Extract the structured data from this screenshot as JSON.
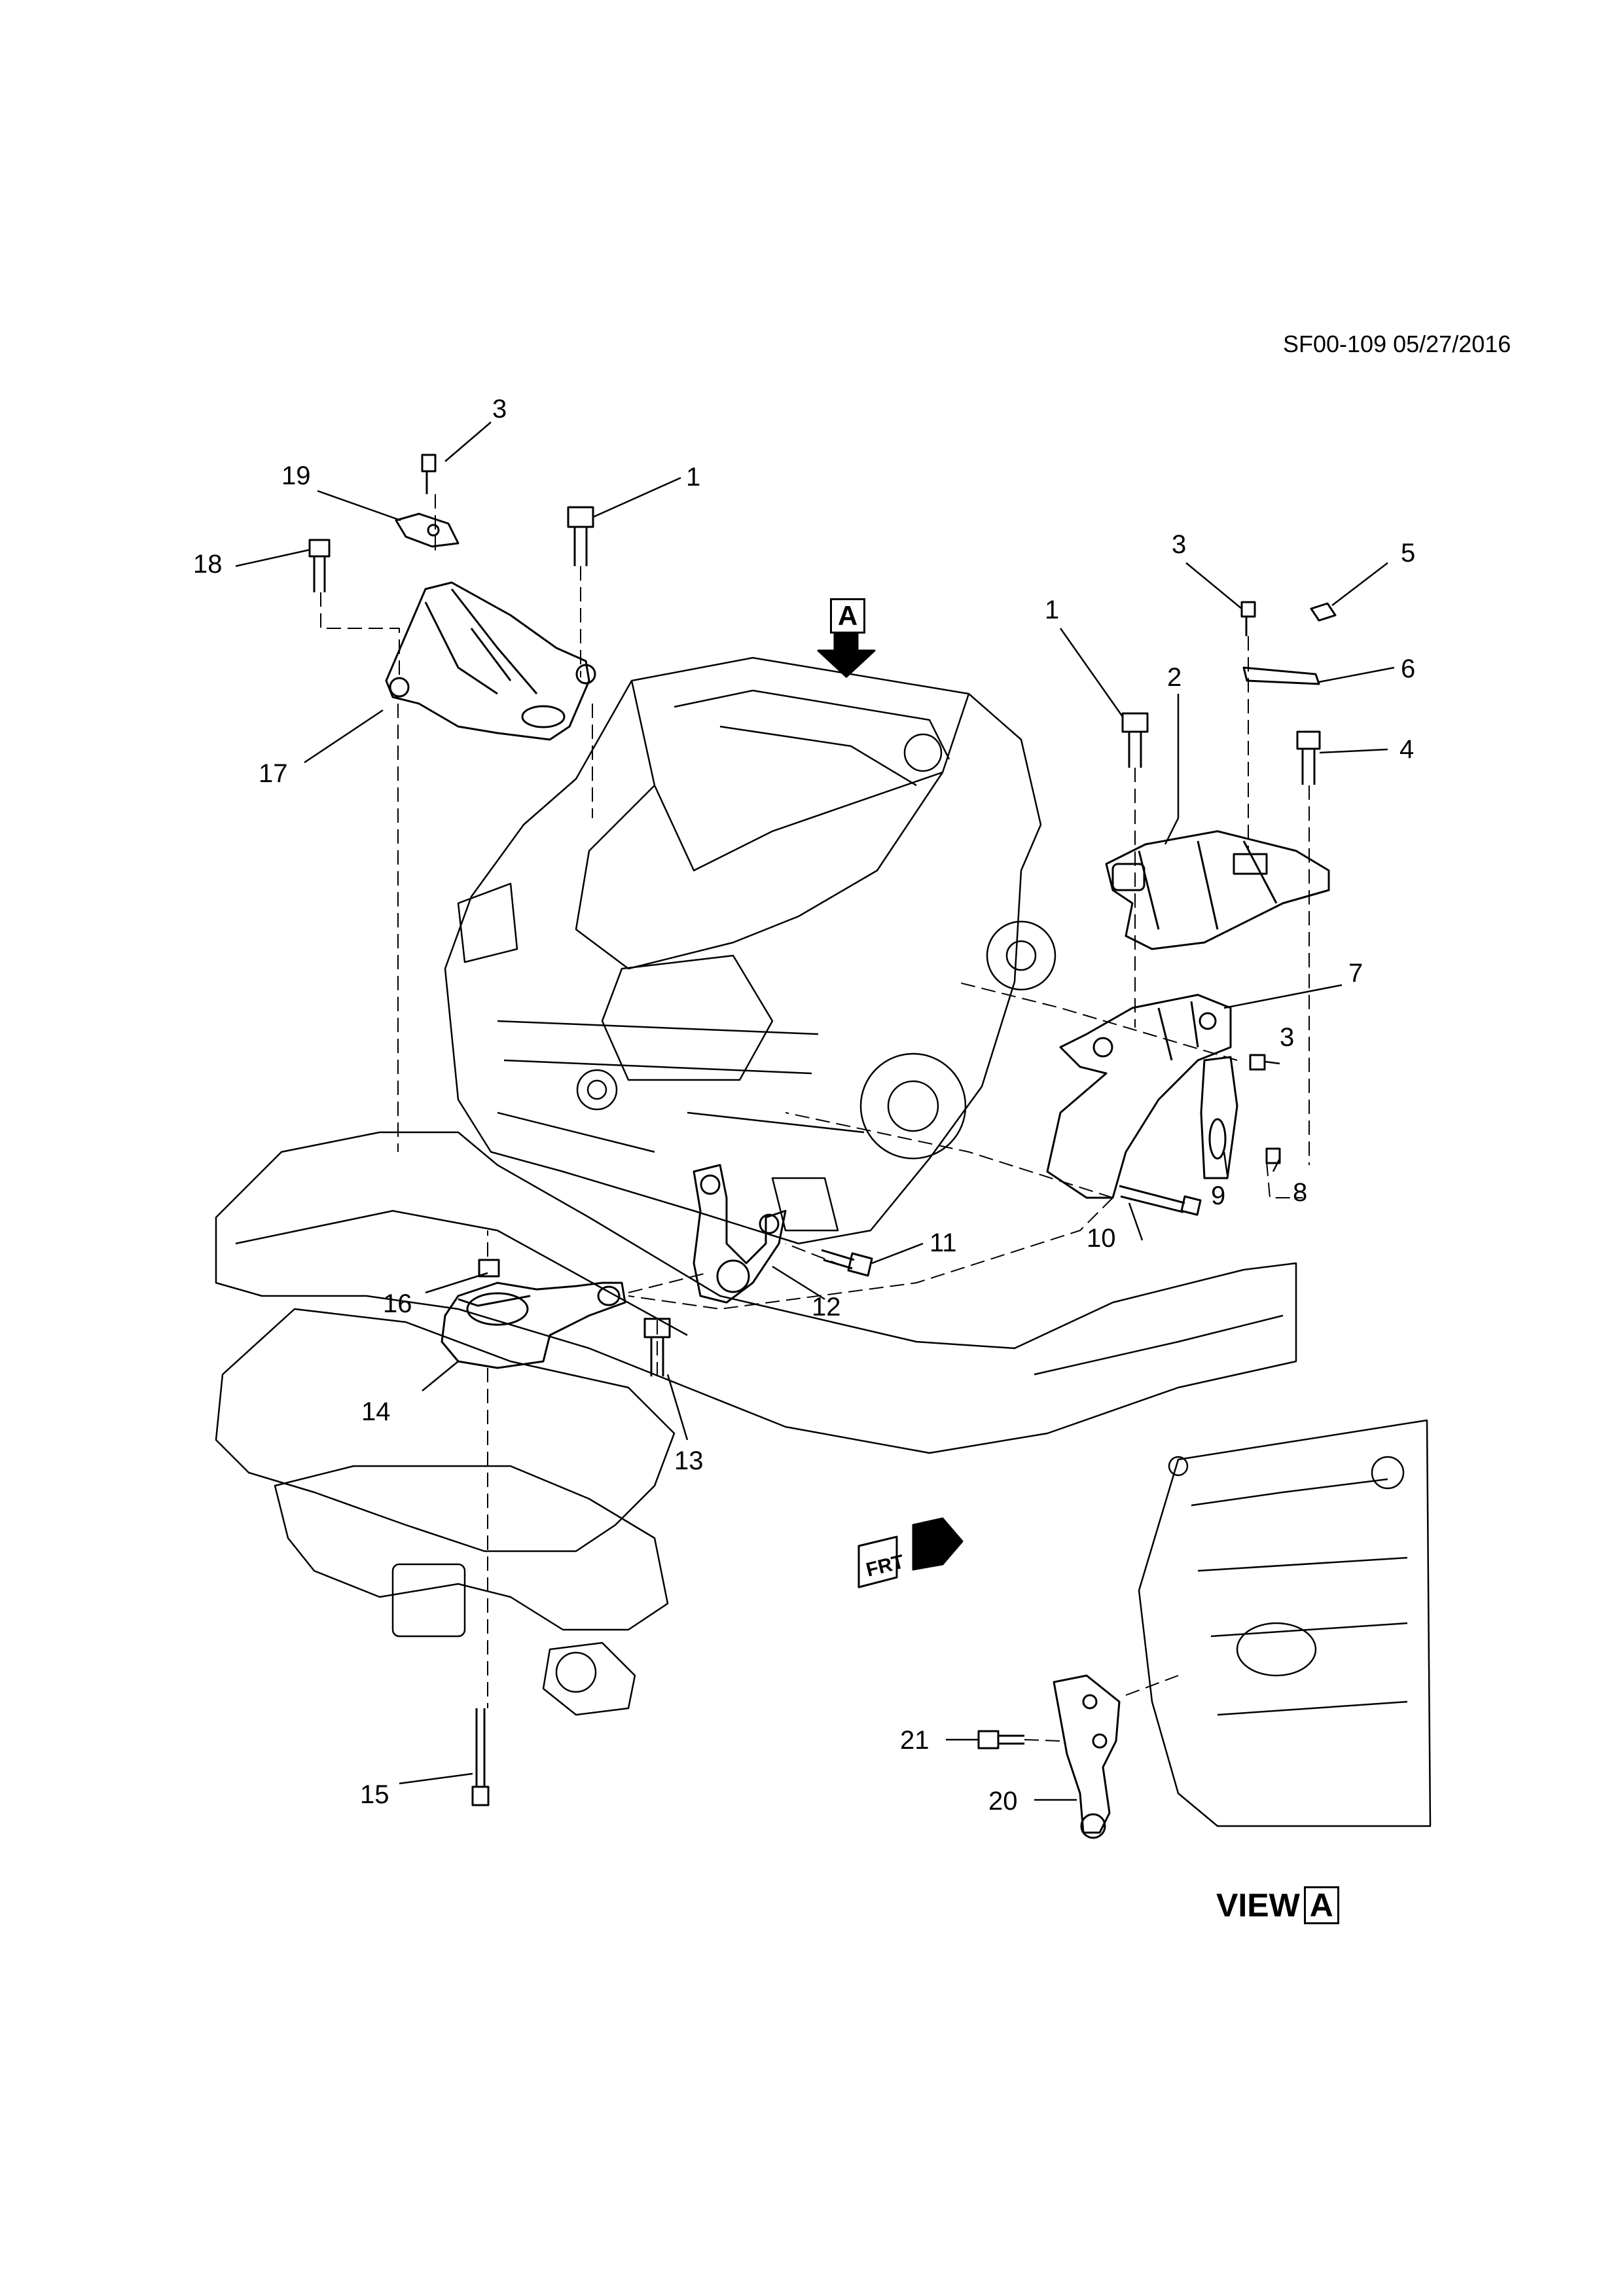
{
  "document_id": "SF00-109 05/27/2016",
  "view_label": {
    "text": "VIEW",
    "letter": "A"
  },
  "direction_arrow_letter": "A",
  "front_indicator": "FRT",
  "callouts": [
    "1",
    "2",
    "3",
    "4",
    "5",
    "6",
    "7",
    "8",
    "9",
    "10",
    "11",
    "12",
    "13",
    "14",
    "15",
    "16",
    "17",
    "18",
    "19",
    "20",
    "21"
  ],
  "colors": {
    "line": "#000000",
    "paper": "#ffffff"
  }
}
